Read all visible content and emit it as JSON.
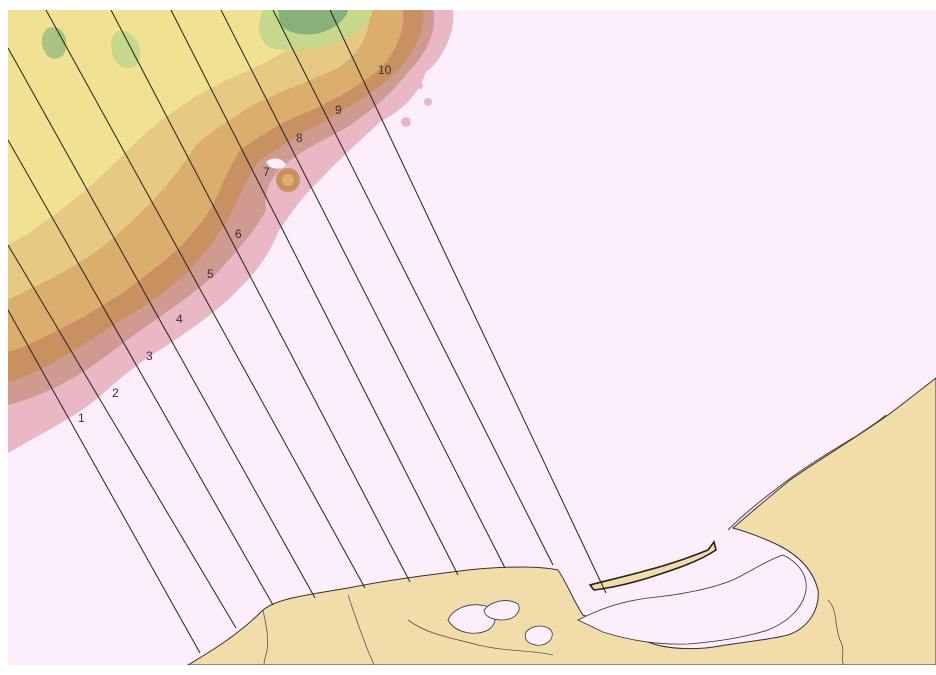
{
  "map": {
    "colors": {
      "sea": "#fdeefb",
      "shelf_pink": "#e9b8c4",
      "slope_mauve": "#cf9a90",
      "brown": "#c99162",
      "tan": "#dcae6e",
      "khaki": "#e6c982",
      "yellow": "#f0e292",
      "light_green": "#c6d88c",
      "green": "#88b07a",
      "land": "#f2dcaa",
      "coastline": "#333333",
      "profile_line": "#222222"
    },
    "profiles": [
      {
        "label": "1"
      },
      {
        "label": "2"
      },
      {
        "label": "3"
      },
      {
        "label": "4"
      },
      {
        "label": "5"
      },
      {
        "label": "6"
      },
      {
        "label": "7"
      },
      {
        "label": "8"
      },
      {
        "label": "9"
      },
      {
        "label": "10"
      }
    ]
  }
}
